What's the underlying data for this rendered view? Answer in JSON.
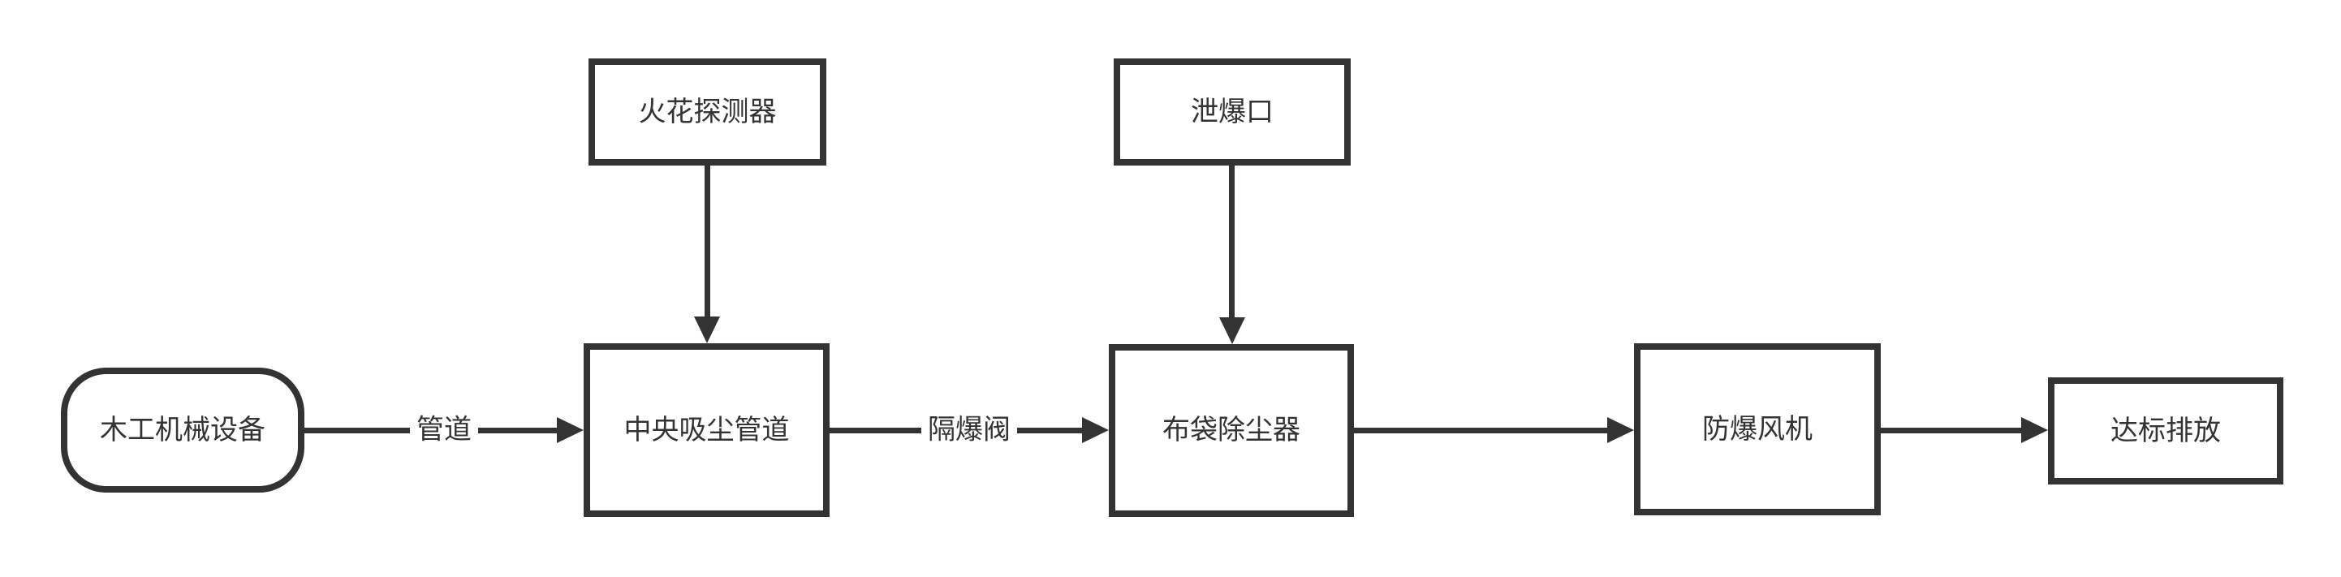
{
  "diagram": {
    "type": "flowchart",
    "colors": {
      "stroke": "#333333",
      "text": "#333333",
      "background": "#ffffff"
    },
    "nodes": {
      "source": {
        "label": "木工机械设备",
        "shape": "rounded-rectangle"
      },
      "spark": {
        "label": "火花探测器",
        "shape": "rectangle"
      },
      "vent": {
        "label": "泄爆口",
        "shape": "rectangle"
      },
      "central": {
        "label": "中央吸尘管道",
        "shape": "rectangle"
      },
      "bag": {
        "label": "布袋除尘器",
        "shape": "rectangle"
      },
      "fan": {
        "label": "防爆风机",
        "shape": "rectangle"
      },
      "discharge": {
        "label": "达标排放",
        "shape": "rectangle"
      }
    },
    "edges": [
      {
        "from": "木工机械设备",
        "to": "中央吸尘管道",
        "label": "管道"
      },
      {
        "from": "火花探测器",
        "to": "中央吸尘管道",
        "label": ""
      },
      {
        "from": "中央吸尘管道",
        "to": "布袋除尘器",
        "label": "隔爆阀"
      },
      {
        "from": "泄爆口",
        "to": "布袋除尘器",
        "label": ""
      },
      {
        "from": "布袋除尘器",
        "to": "防爆风机",
        "label": ""
      },
      {
        "from": "防爆风机",
        "to": "达标排放",
        "label": ""
      }
    ]
  }
}
